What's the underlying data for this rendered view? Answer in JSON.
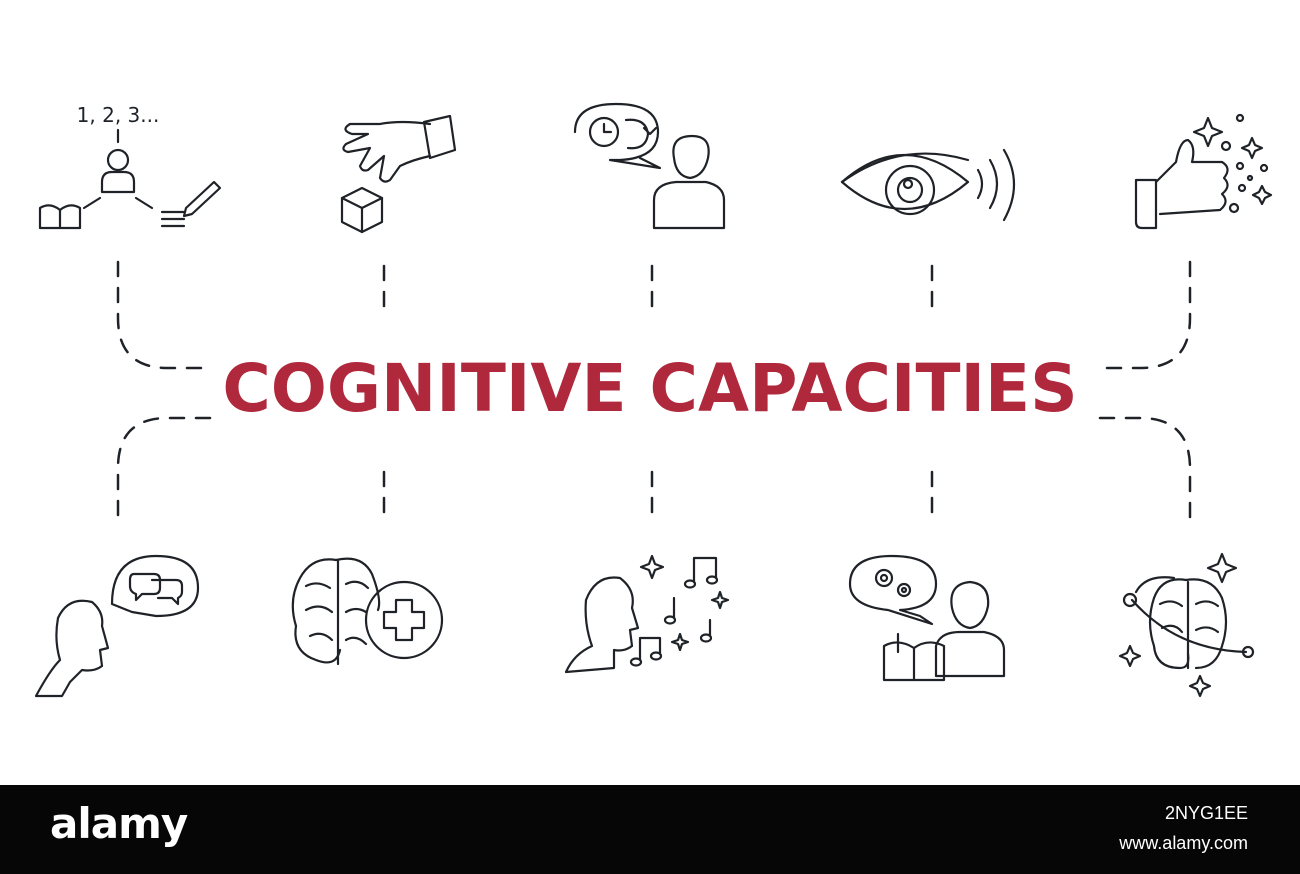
{
  "title": "COGNITIVE CAPACITIES",
  "top_icons": [
    {
      "name": "counting-person-icon",
      "label": "1, 2, 3..."
    },
    {
      "name": "hand-picking-cube-icon"
    },
    {
      "name": "person-thinking-time-icon"
    },
    {
      "name": "eye-perception-icon"
    },
    {
      "name": "thumbs-up-sparkle-icon"
    }
  ],
  "bottom_icons": [
    {
      "name": "person-speech-bubble-icon"
    },
    {
      "name": "brain-plus-icon"
    },
    {
      "name": "person-music-notes-icon"
    },
    {
      "name": "person-gears-book-icon"
    },
    {
      "name": "brain-orbit-sparkle-icon"
    }
  ],
  "footer": {
    "brand": "alamy",
    "image_id": "2NYG1EE",
    "site": "www.alamy.com"
  },
  "colors": {
    "accent": "#b0283c",
    "line": "#1f2328",
    "footer_bg": "#060606"
  }
}
